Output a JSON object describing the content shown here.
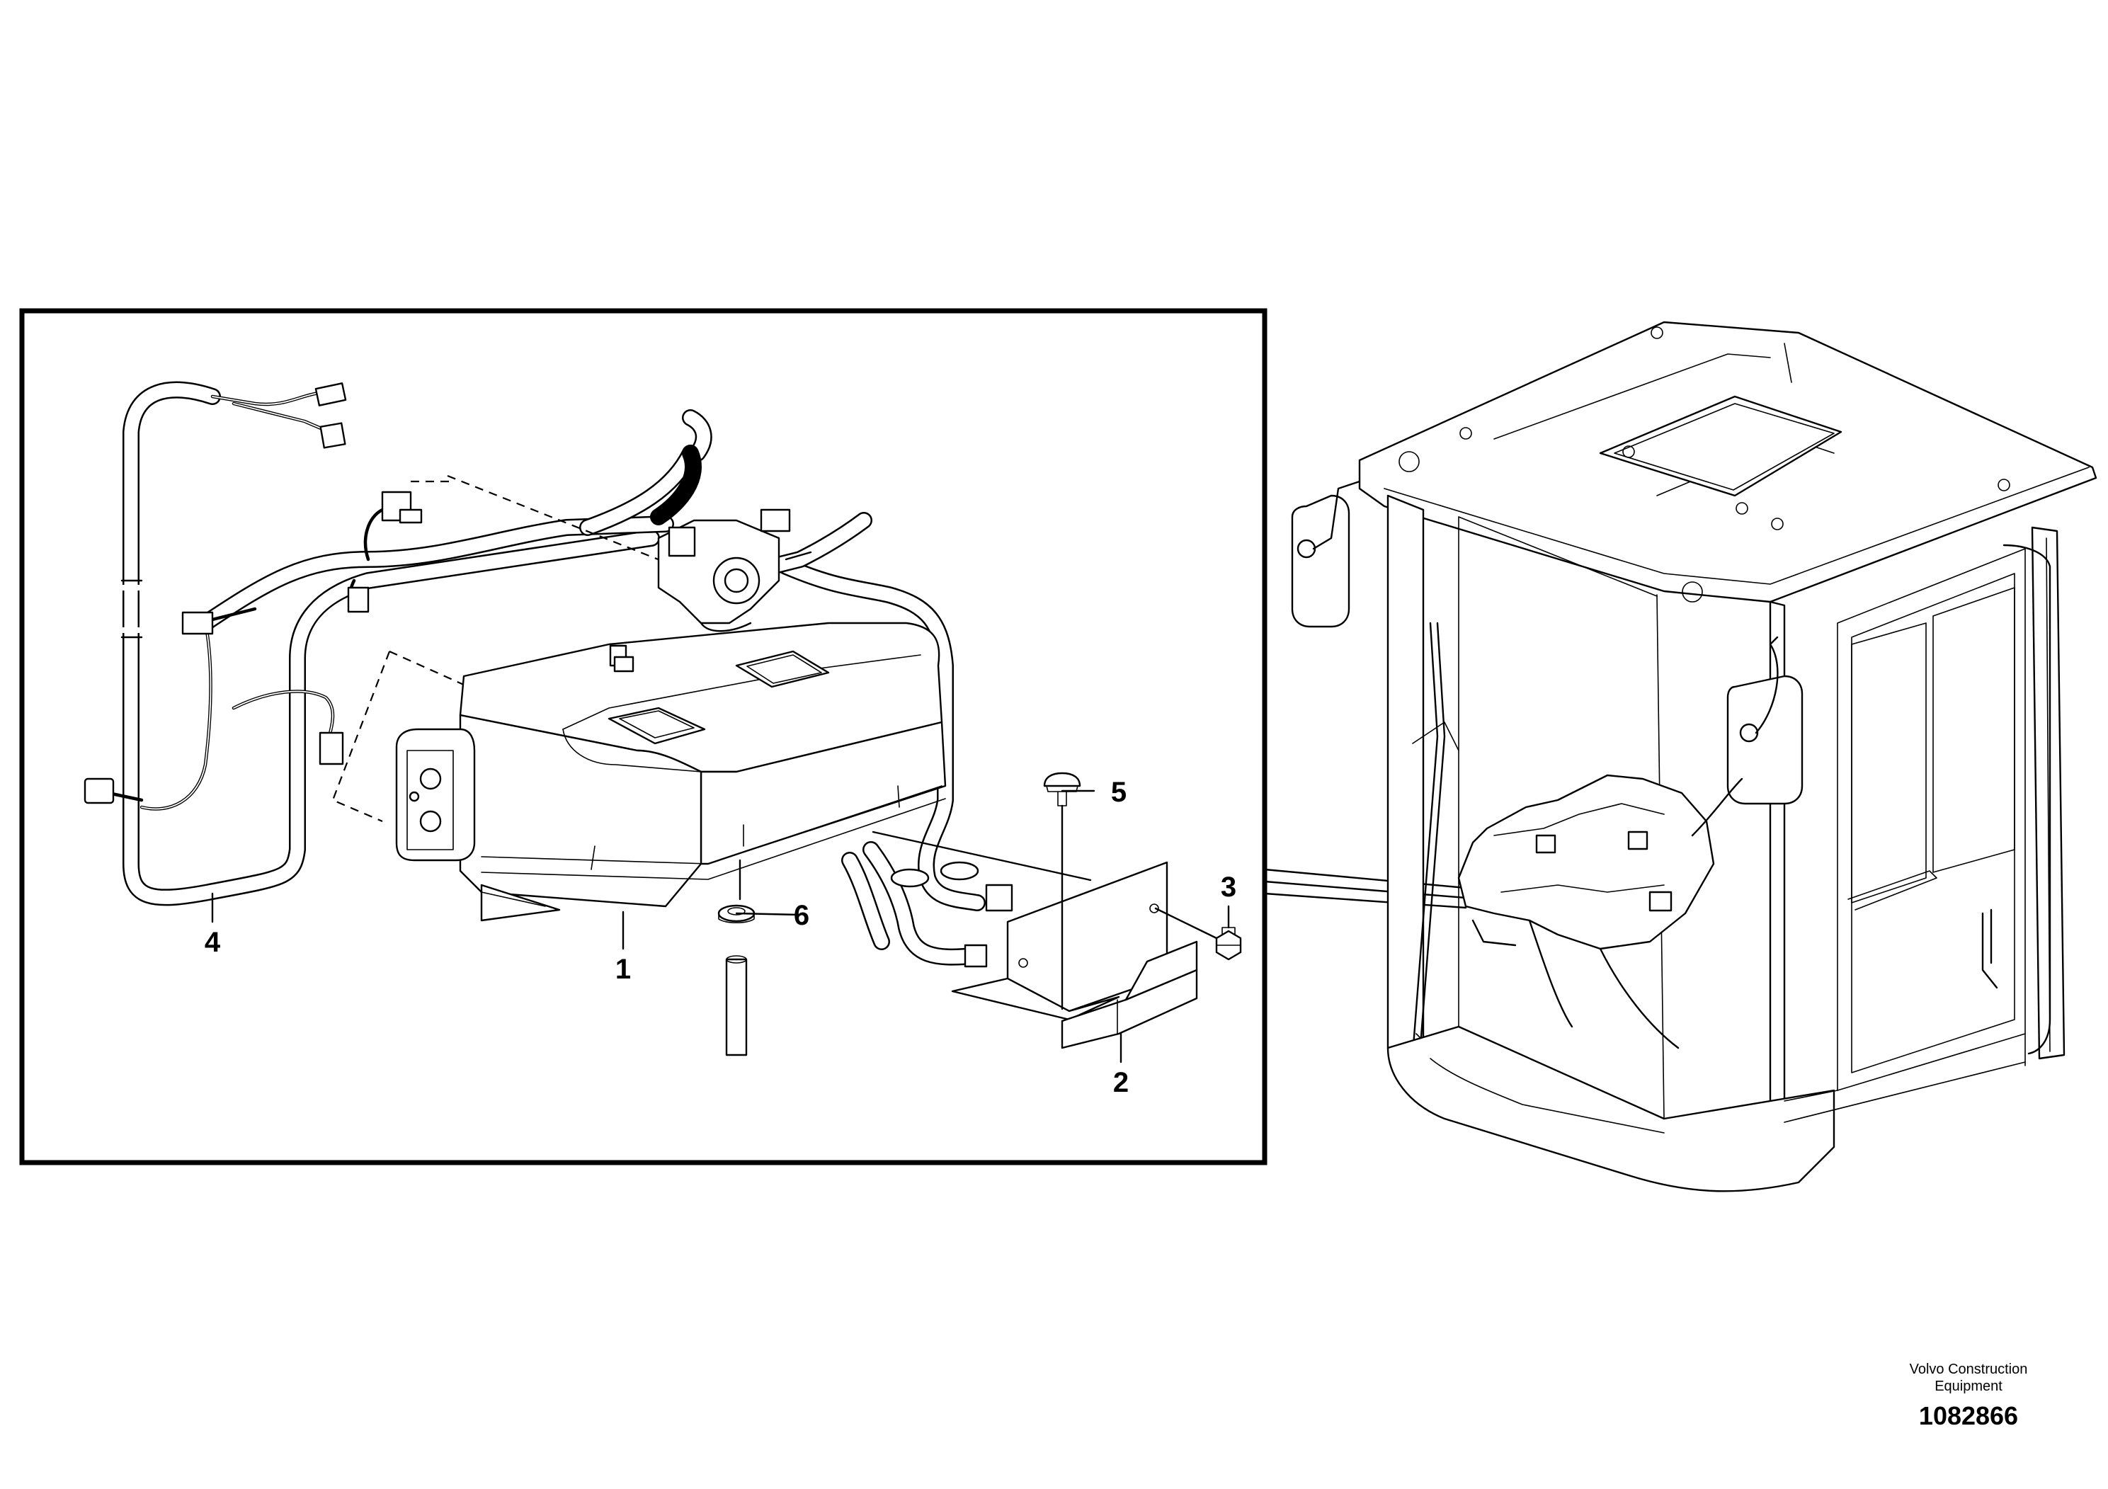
{
  "callouts": [
    {
      "id": "1",
      "label": "1"
    },
    {
      "id": "2",
      "label": "2"
    },
    {
      "id": "3",
      "label": "3"
    },
    {
      "id": "4",
      "label": "4"
    },
    {
      "id": "5",
      "label": "5"
    },
    {
      "id": "6",
      "label": "6"
    }
  ],
  "footer": {
    "brand_line1": "Volvo Construction",
    "brand_line2": "Equipment",
    "doc_number": "1082866"
  }
}
